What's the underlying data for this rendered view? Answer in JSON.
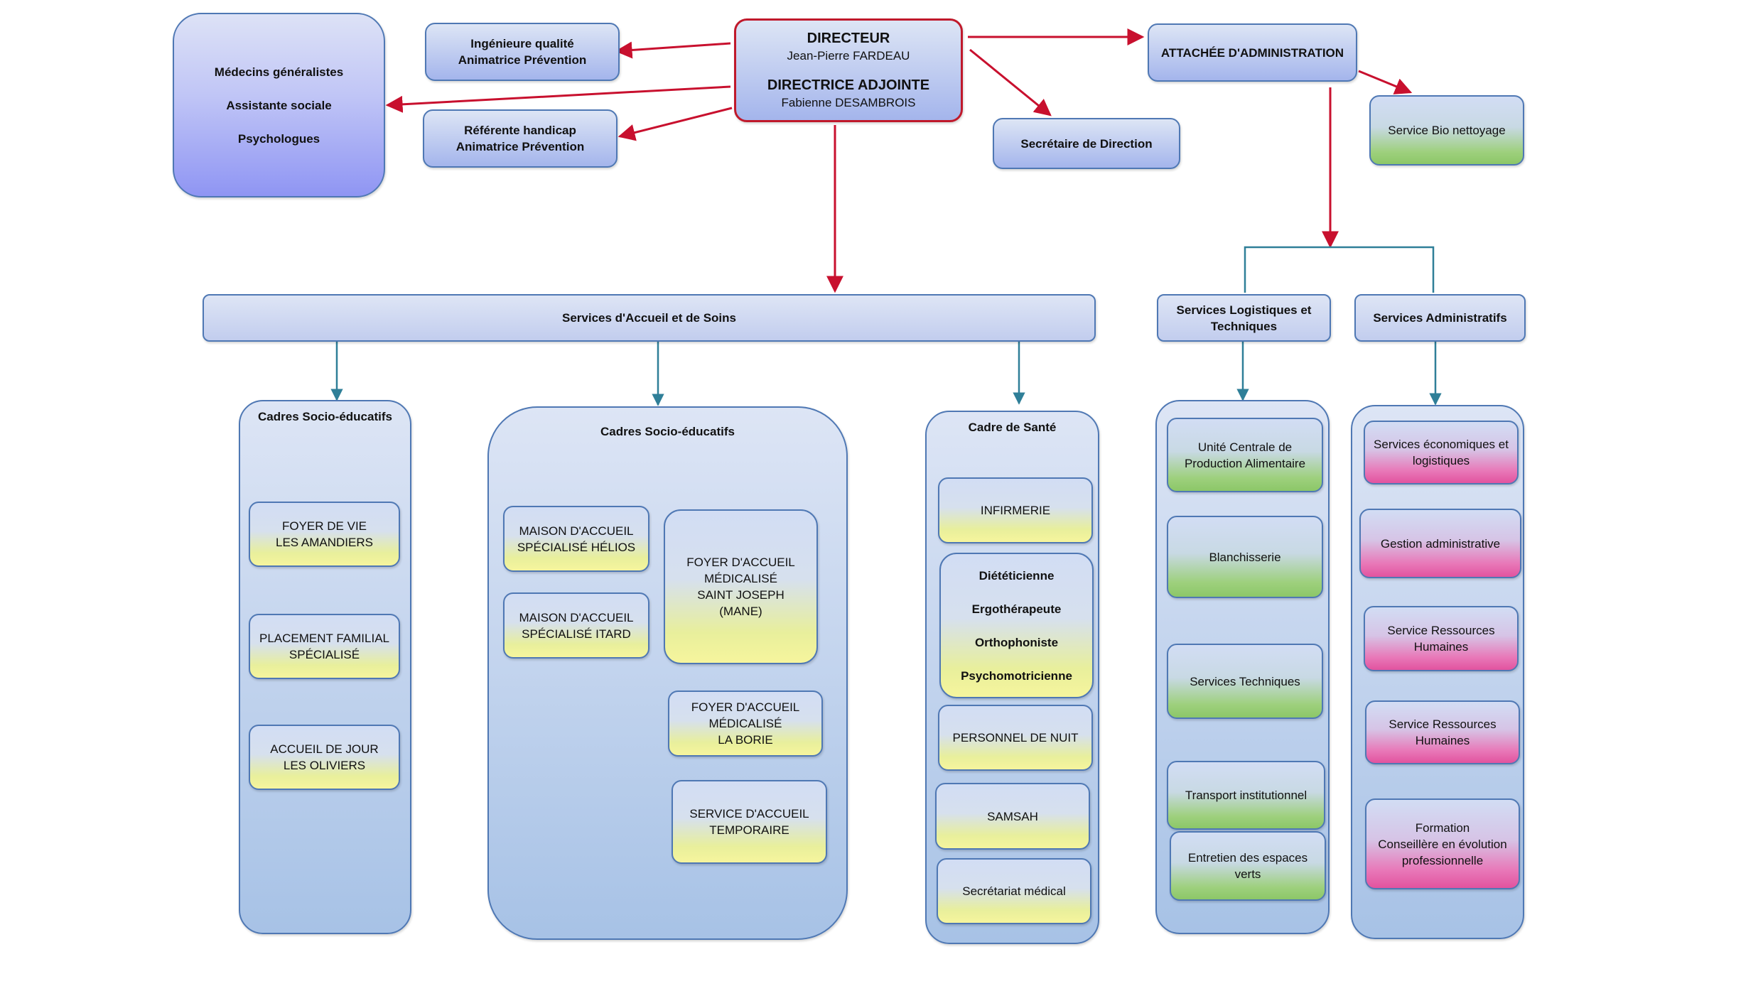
{
  "director": {
    "title": "DIRECTEUR",
    "name": "Jean-Pierre FARDEAU",
    "deputy_title": "DIRECTRICE ADJOINTE",
    "deputy_name": "Fabienne DESAMBROIS"
  },
  "medical_staff": [
    "Médecins généralistes",
    "Assistante sociale",
    "Psychologues"
  ],
  "quality": [
    "Ingénieure qualité",
    "Animatrice Prévention"
  ],
  "handicap": [
    "Référente handicap",
    "Animatrice Prévention"
  ],
  "admin_attache": "ATTACHÉE D'ADMINISTRATION",
  "secretary": "Secrétaire de Direction",
  "bio_cleaning": "Service Bio nettoyage",
  "care_services": {
    "label": "Services d'Accueil et de Soins",
    "group1": {
      "label": "Cadres Socio-éducatifs",
      "units": [
        [
          "FOYER DE VIE",
          "LES AMANDIERS"
        ],
        [
          "PLACEMENT FAMILIAL",
          "SPÉCIALISÉ"
        ],
        [
          "ACCUEIL DE JOUR",
          "LES OLIVIERS"
        ]
      ]
    },
    "group2": {
      "label": "Cadres Socio-éducatifs",
      "units": [
        [
          "MAISON D'ACCUEIL",
          "SPÉCIALISÉ HÉLIOS"
        ],
        [
          "MAISON D'ACCUEIL",
          "SPÉCIALISÉ ITARD"
        ],
        [
          "FOYER D'ACCUEIL",
          "MÉDICALISÉ",
          "SAINT JOSEPH",
          "(MANE)"
        ],
        [
          "FOYER D'ACCUEIL",
          "MÉDICALISÉ",
          "LA BORIE"
        ],
        [
          "SERVICE D'ACCUEIL",
          "TEMPORAIRE"
        ]
      ]
    },
    "health": {
      "label": "Cadre de Santé",
      "units": [
        [
          "INFIRMERIE"
        ],
        [
          "Diététicienne",
          "Ergothérapeute",
          "Orthophoniste",
          "Psychomotricienne"
        ],
        [
          "PERSONNEL DE NUIT"
        ],
        [
          "SAMSAH"
        ],
        [
          "Secrétariat médical"
        ]
      ]
    }
  },
  "logistics": {
    "label": [
      "Services Logistiques et",
      "Techniques"
    ],
    "units": [
      [
        "Unité Centrale de",
        "Production Alimentaire"
      ],
      [
        "Blanchisserie"
      ],
      [
        "Services Techniques"
      ],
      [
        "Transport institutionnel"
      ],
      [
        "Entretien des espaces",
        "verts"
      ]
    ]
  },
  "admin_services": {
    "label": "Services Administratifs",
    "units": [
      [
        "Services économiques et",
        "logistiques"
      ],
      [
        "Gestion administrative"
      ],
      [
        "Service Ressources",
        "Humaines"
      ],
      [
        "Service Ressources",
        "Humaines"
      ],
      [
        "Formation",
        "Conseillère en évolution",
        "professionnelle"
      ]
    ]
  },
  "colors": {
    "red_connector": "#c8102e",
    "teal_connector": "#2f7f98",
    "border_blue": "#4f78b4",
    "director_border": "#c0192b"
  }
}
